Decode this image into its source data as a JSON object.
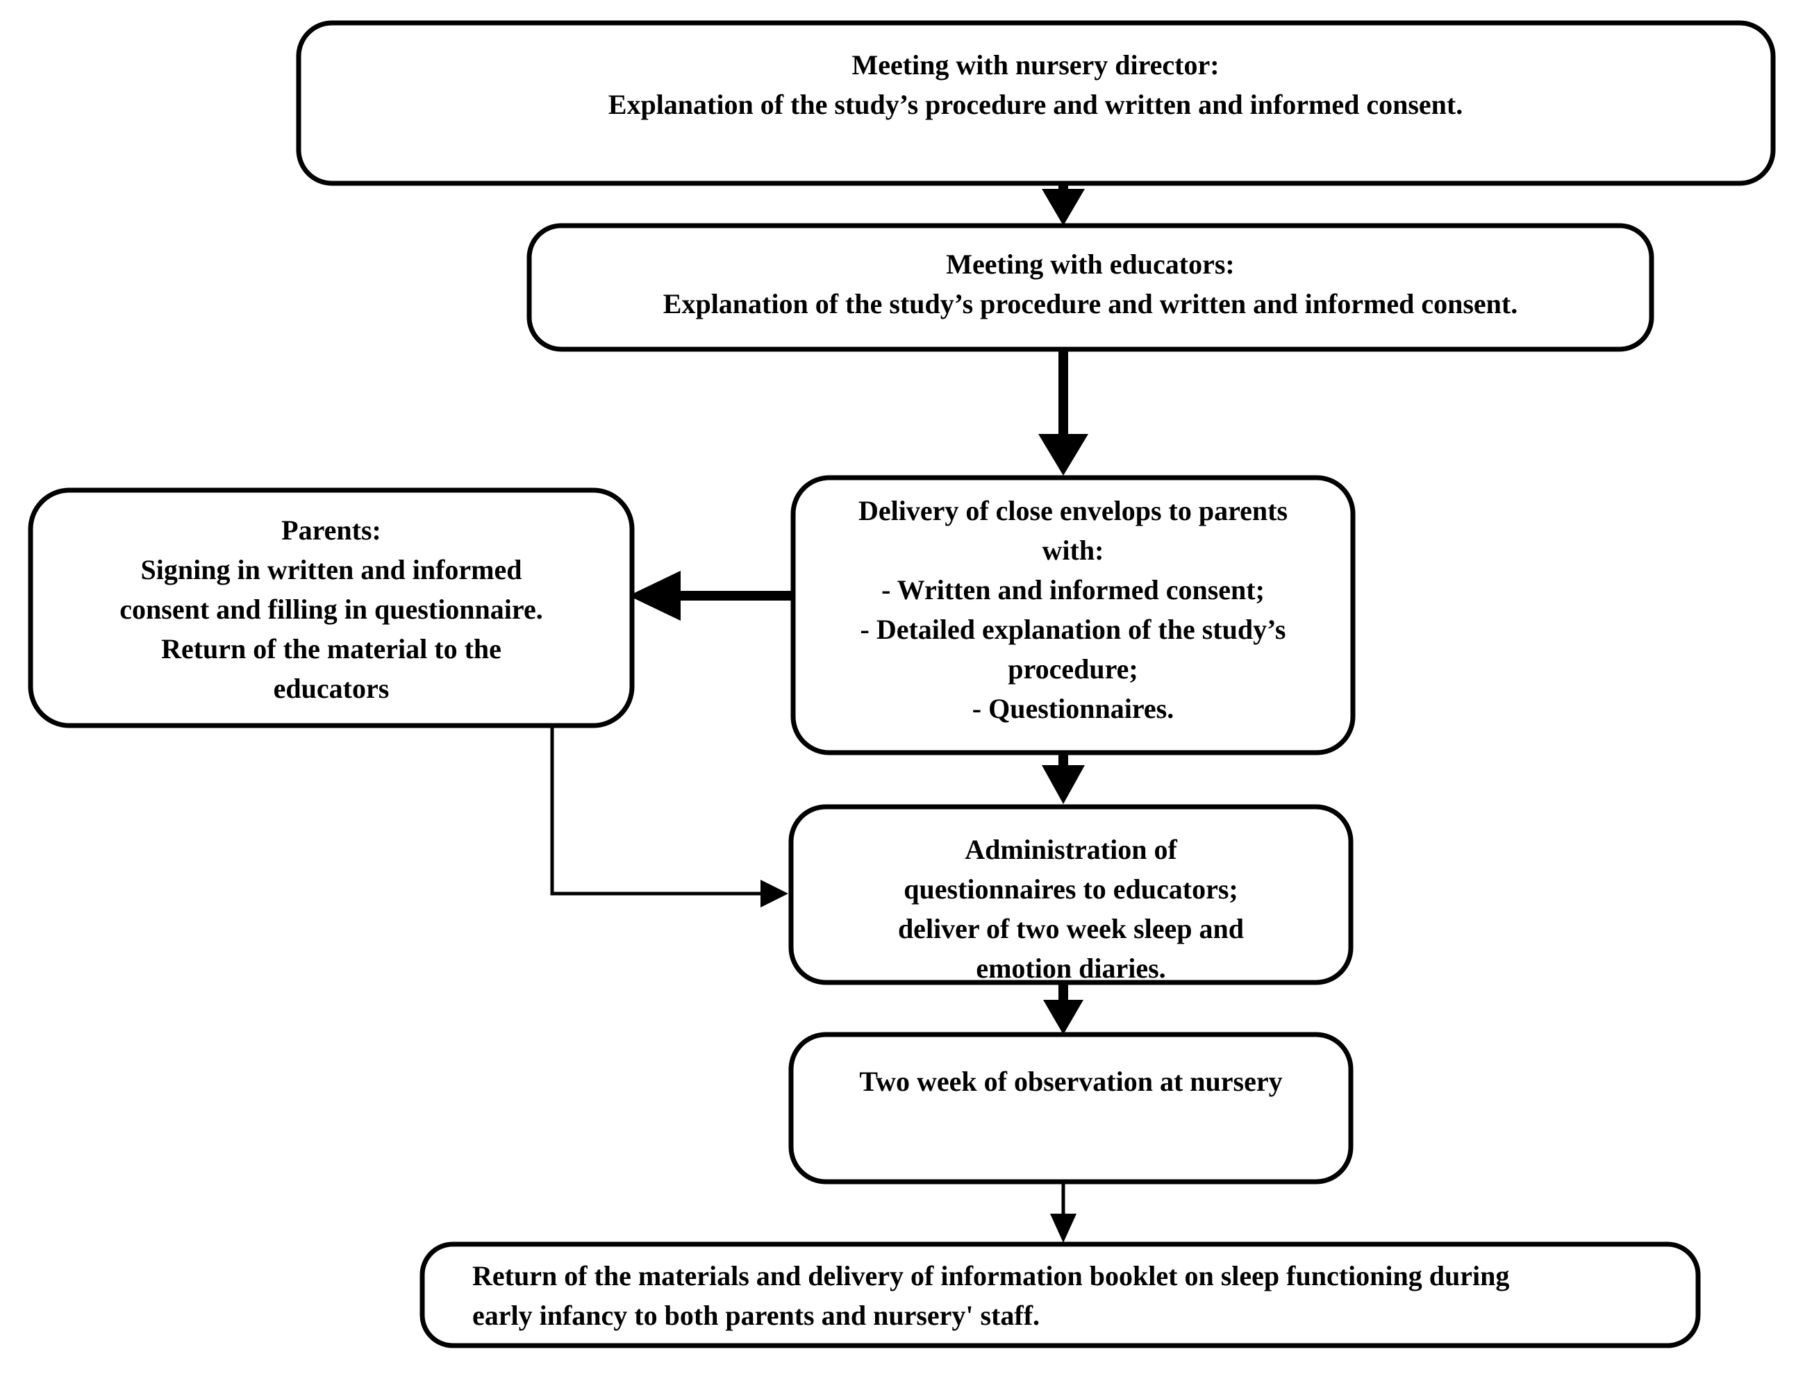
{
  "diagram": {
    "title": "Study procedure flowchart",
    "background_color": "#ffffff",
    "line_color": "#000000",
    "text_color": "#000000"
  },
  "nodes": {
    "meeting_director": {
      "id": "meeting-with-nursery-director",
      "lines": [
        "Meeting with nursery director:",
        "Explanation of the study’s procedure and written and informed consent."
      ]
    },
    "meeting_educators": {
      "id": "meeting-with-educators",
      "lines": [
        "Meeting with educators:",
        "Explanation of the study’s procedure and written and informed consent."
      ]
    },
    "parents": {
      "id": "parents-signing-consent",
      "lines": [
        "Parents:",
        "Signing in written and informed",
        "consent and filling in questionnaire.",
        "Return of the material to the",
        "educators"
      ]
    },
    "delivery_envelops": {
      "id": "delivery-of-close-envelops",
      "lines": [
        "Delivery of close envelops to parents",
        "with:",
        "- Written and informed consent;",
        "-   Detailed explanation of the study’s",
        "procedure;",
        "-   Questionnaires."
      ]
    },
    "administration": {
      "id": "administration-of-questionnaires",
      "lines": [
        "Administration of",
        "questionnaires to educators;",
        "deliver of two week sleep and",
        "emotion diaries."
      ]
    },
    "observation": {
      "id": "two-week-observation",
      "lines": [
        "Two week of observation at nursery"
      ]
    },
    "return_materials": {
      "id": "return-of-materials",
      "lines": [
        "Return of the materials and delivery of information booklet on sleep functioning during",
        "early infancy to both parents and nursery' staff."
      ]
    }
  },
  "connectors": [
    {
      "name": "director-to-educators",
      "from": "meeting_director",
      "to": "meeting_educators",
      "style": "thick",
      "direction": "down"
    },
    {
      "name": "educators-to-delivery",
      "from": "meeting_educators",
      "to": "delivery_envelops",
      "style": "thick",
      "direction": "down"
    },
    {
      "name": "delivery-to-parents",
      "from": "delivery_envelops",
      "to": "parents",
      "style": "thick",
      "direction": "left"
    },
    {
      "name": "delivery-to-administration",
      "from": "delivery_envelops",
      "to": "administration",
      "style": "thick",
      "direction": "down"
    },
    {
      "name": "parents-to-administration",
      "from": "parents",
      "to": "administration",
      "style": "thin",
      "direction": "elbow-down-right"
    },
    {
      "name": "administration-to-observation",
      "from": "administration",
      "to": "observation",
      "style": "thick",
      "direction": "down"
    },
    {
      "name": "observation-to-return",
      "from": "observation",
      "to": "return_materials",
      "style": "thin",
      "direction": "down"
    }
  ]
}
